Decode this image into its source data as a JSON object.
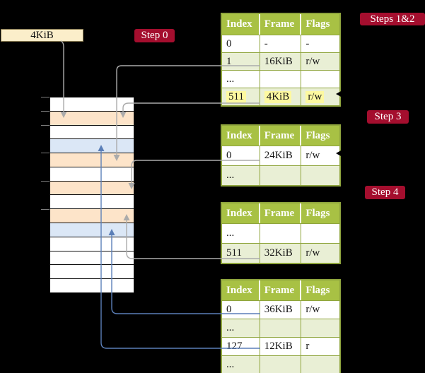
{
  "colors": {
    "cream": "#fbeeca",
    "badge_red": "#a40e2e",
    "header_green": "#a8c144",
    "row_green": "#e9efd5",
    "grid_green": "#8fa53d",
    "peach": "#fde4c9",
    "blue_row": "#dbe7f6",
    "highlight_yellow": "#fdf9a0",
    "gray_line": "#ababab",
    "blue_line": "#5b7fb8"
  },
  "labels": {
    "frame_box": "4KiB"
  },
  "badges": {
    "step0": "Step 0",
    "steps12": "Steps 1&2",
    "step3": "Step 3",
    "step4": "Step 4"
  },
  "memory_frames": {
    "rows": [
      "white",
      "peach",
      "white",
      "blue",
      "peach",
      "white",
      "peach",
      "white",
      "peach",
      "blue",
      "white",
      "white",
      "white",
      "white"
    ],
    "tick_rows": [
      0,
      1,
      2,
      4,
      6,
      8
    ]
  },
  "page_tables": [
    {
      "name": "level-0-page-table",
      "columns": [
        "Index",
        "Frame",
        "Flags"
      ],
      "rows": [
        {
          "cells": [
            "0",
            "-",
            "-"
          ],
          "shaded": false,
          "highlighted": false
        },
        {
          "cells": [
            "1",
            "16KiB",
            "r/w"
          ],
          "shaded": true,
          "highlighted": false
        },
        {
          "cells": [
            "...",
            "",
            ""
          ],
          "shaded": false,
          "highlighted": false
        },
        {
          "cells": [
            "511",
            "4KiB",
            "r/w"
          ],
          "shaded": true,
          "highlighted": true
        }
      ]
    },
    {
      "name": "level-1-page-table",
      "columns": [
        "Index",
        "Frame",
        "Flags"
      ],
      "rows": [
        {
          "cells": [
            "0",
            "24KiB",
            "r/w"
          ],
          "shaded": false,
          "highlighted": false
        },
        {
          "cells": [
            "...",
            "",
            ""
          ],
          "shaded": true,
          "highlighted": false
        }
      ]
    },
    {
      "name": "level-2-page-table",
      "columns": [
        "Index",
        "Frame",
        "Flags"
      ],
      "rows": [
        {
          "cells": [
            "...",
            "",
            ""
          ],
          "shaded": false,
          "highlighted": false
        },
        {
          "cells": [
            "511",
            "32KiB",
            "r/w"
          ],
          "shaded": true,
          "highlighted": false
        }
      ]
    },
    {
      "name": "level-3-page-table",
      "columns": [
        "Index",
        "Frame",
        "Flags"
      ],
      "rows": [
        {
          "cells": [
            "0",
            "36KiB",
            "r/w"
          ],
          "shaded": false,
          "highlighted": false
        },
        {
          "cells": [
            "...",
            "",
            ""
          ],
          "shaded": true,
          "highlighted": false
        },
        {
          "cells": [
            "127",
            "12KiB",
            "r"
          ],
          "shaded": false,
          "highlighted": false
        },
        {
          "cells": [
            "...",
            "",
            ""
          ],
          "shaded": true,
          "highlighted": false
        }
      ]
    }
  ],
  "connectors": [
    {
      "id": "satp",
      "from": "frame-size-box",
      "to": "frame-4KiB",
      "color": "gray"
    },
    {
      "id": "t1r1",
      "from": "level-0-table-row-1",
      "to": "frame-16KiB",
      "color": "gray"
    },
    {
      "id": "t1r511",
      "from": "level-0-table-row-511",
      "to": "frame-4KiB",
      "color": "gray"
    },
    {
      "id": "t2r0",
      "from": "level-1-table-row-0",
      "to": "frame-24KiB",
      "color": "gray"
    },
    {
      "id": "t3r511",
      "from": "level-2-table-row-511",
      "to": "frame-32KiB",
      "color": "gray"
    },
    {
      "id": "t4r0",
      "from": "level-3-table-row-0",
      "to": "frame-36KiB",
      "color": "blue"
    },
    {
      "id": "t4r127",
      "from": "level-3-table-row-127",
      "to": "frame-12KiB",
      "color": "blue"
    },
    {
      "id": "tip-a",
      "from": "right-margin",
      "to": "level-0-table-row-511",
      "color": "black"
    },
    {
      "id": "tip-b",
      "from": "right-margin",
      "to": "level-1-table-row-0",
      "color": "black"
    }
  ]
}
